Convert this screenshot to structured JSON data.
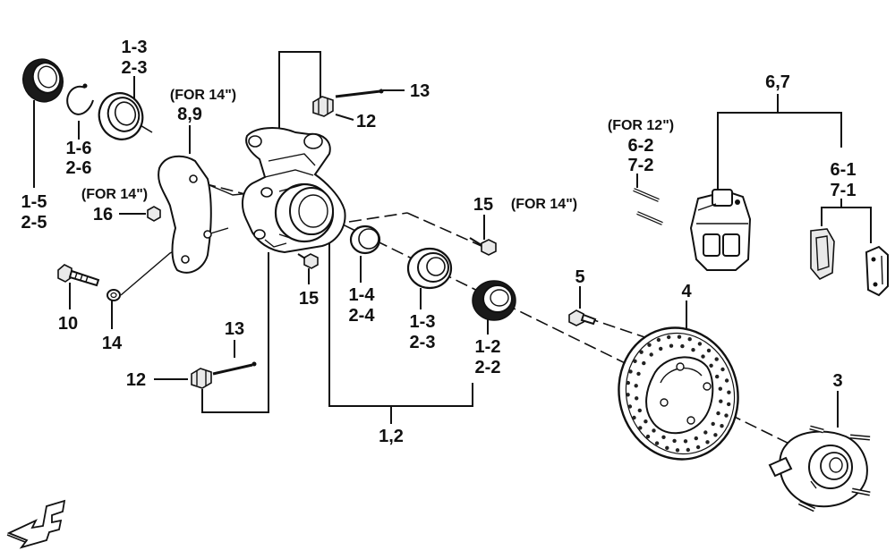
{
  "callouts": {
    "c_1_3_top": "1-3",
    "c_2_3_top": "2-3",
    "c_for14_top": "(FOR 14\")",
    "c_8_9": "8,9",
    "c_13_top": "13",
    "c_12_top": "12",
    "c_6_7": "6,7",
    "c_for12": "(FOR 12\")",
    "c_6_2": "6-2",
    "c_7_2": "7-2",
    "c_6_1": "6-1",
    "c_7_1": "7-1",
    "c_1_6": "1-6",
    "c_2_6": "2-6",
    "c_1_5": "1-5",
    "c_2_5": "2-5",
    "c_for14_left": "(FOR 14\")",
    "c_16": "16",
    "c_15_right": "15",
    "c_for14_right": "(FOR 14\")",
    "c_10": "10",
    "c_14": "14",
    "c_15_mid": "15",
    "c_1_4": "1-4",
    "c_2_4": "2-4",
    "c_1_3_mid": "1-3",
    "c_2_3_mid": "2-3",
    "c_1_2": "1-2",
    "c_2_2": "2-2",
    "c_5": "5",
    "c_4": "4",
    "c_3": "3",
    "c_13_bot": "13",
    "c_12_bot": "12",
    "c_1_2_group": "1,2"
  },
  "icons": {
    "front_arrow": "front-direction-arrow-icon"
  }
}
